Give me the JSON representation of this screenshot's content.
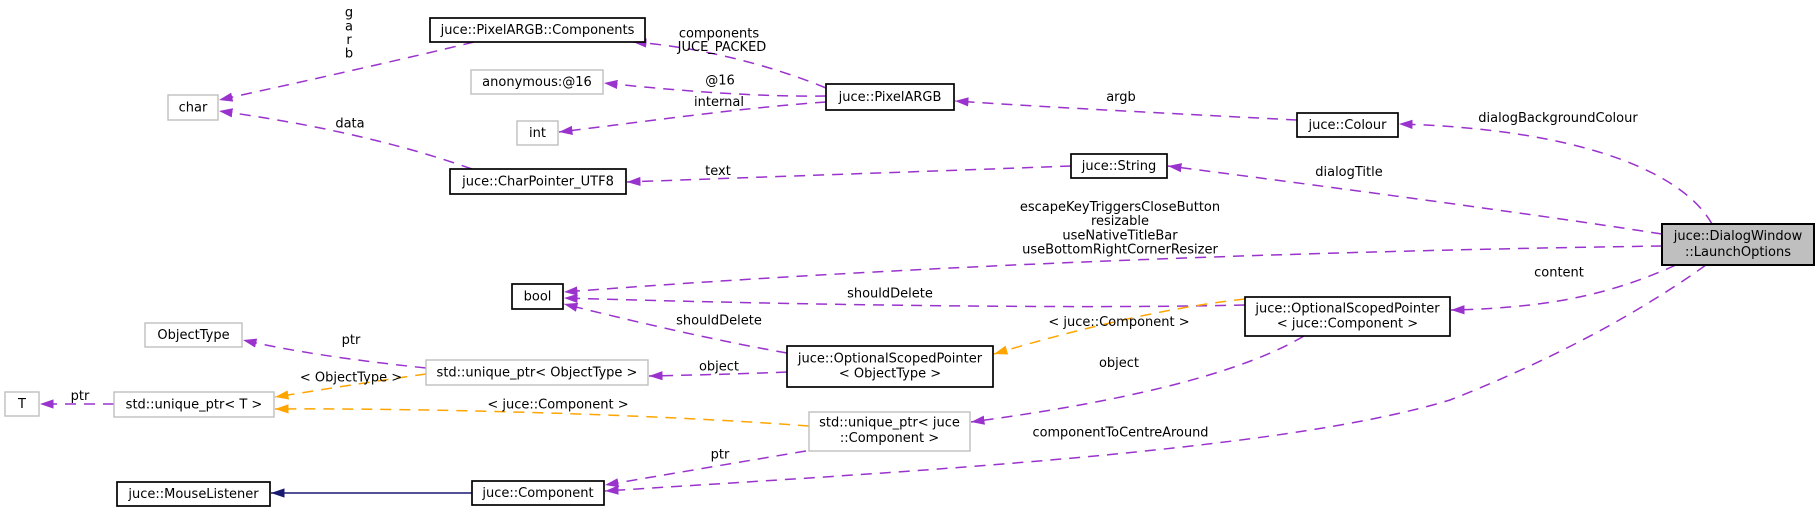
{
  "diagram": {
    "type": "doxygen-collaboration-graph",
    "subject": "juce::DialogWindow::LaunchOptions",
    "background": "#ffffff",
    "colors": {
      "usage_edge": "#9a32cd",
      "template_edge": "#ffa500",
      "inheritance_edge": "#191970",
      "node_fill": "#ffffff",
      "focus_node_fill": "#bfbfbf",
      "documented_border": "#000000",
      "undocumented_border": "#bfbfbf",
      "label_text": "#000000",
      "background": "#ffffff"
    },
    "nodes": {
      "pixelargb_components": {
        "label": "juce::PixelARGB::Components"
      },
      "anonymous16": {
        "label": "anonymous:@16"
      },
      "char": {
        "label": "char"
      },
      "int": {
        "label": "int"
      },
      "charpointer_utf8": {
        "label": "juce::CharPointer_UTF8"
      },
      "pixelargb": {
        "label": "juce::PixelARGB"
      },
      "colour": {
        "label": "juce::Colour"
      },
      "string": {
        "label": "juce::String"
      },
      "launchoptions": {
        "line1": "juce::DialogWindow",
        "line2": "::LaunchOptions"
      },
      "bool": {
        "label": "bool"
      },
      "osp_objecttype": {
        "line1": "juce::OptionalScopedPointer",
        "line2": "< ObjectType >"
      },
      "osp_component": {
        "line1": "juce::OptionalScopedPointer",
        "line2": "< juce::Component >"
      },
      "uptr_objecttype": {
        "label": "std::unique_ptr< ObjectType >"
      },
      "uptr_component": {
        "line1": "std::unique_ptr< juce",
        "line2": "::Component >"
      },
      "objecttype": {
        "label": "ObjectType"
      },
      "t": {
        "label": "T"
      },
      "uptr_t": {
        "label": "std::unique_ptr< T >"
      },
      "mouselistener": {
        "label": "juce::MouseListener"
      },
      "component": {
        "label": "juce::Component"
      }
    },
    "edge_labels": {
      "garb": [
        "g",
        "a",
        "r",
        "b"
      ],
      "components_packed": [
        "components",
        "JUCE_PACKED"
      ],
      "at16": "@16",
      "internal": "internal",
      "data": "data",
      "argb": "argb",
      "text": "text",
      "dialog_background_colour": "dialogBackgroundColour",
      "dialog_title": "dialogTitle",
      "bool_members": [
        "escapeKeyTriggersCloseButton",
        "resizable",
        "useNativeTitleBar",
        "useBottomRightCornerResizer"
      ],
      "content": "content",
      "should_delete_component": "shouldDelete",
      "should_delete_objecttype": "shouldDelete",
      "object_component": "object",
      "object_objecttype": "object",
      "ptr_objecttype": "ptr",
      "ptr_t": "ptr",
      "ptr_component": "ptr",
      "template_osp_component": "< juce::Component >",
      "template_uptr_objecttype": "< ObjectType >",
      "template_uptr_component": "< juce::Component >",
      "component_to_centre_around": "componentToCentreAround"
    }
  }
}
